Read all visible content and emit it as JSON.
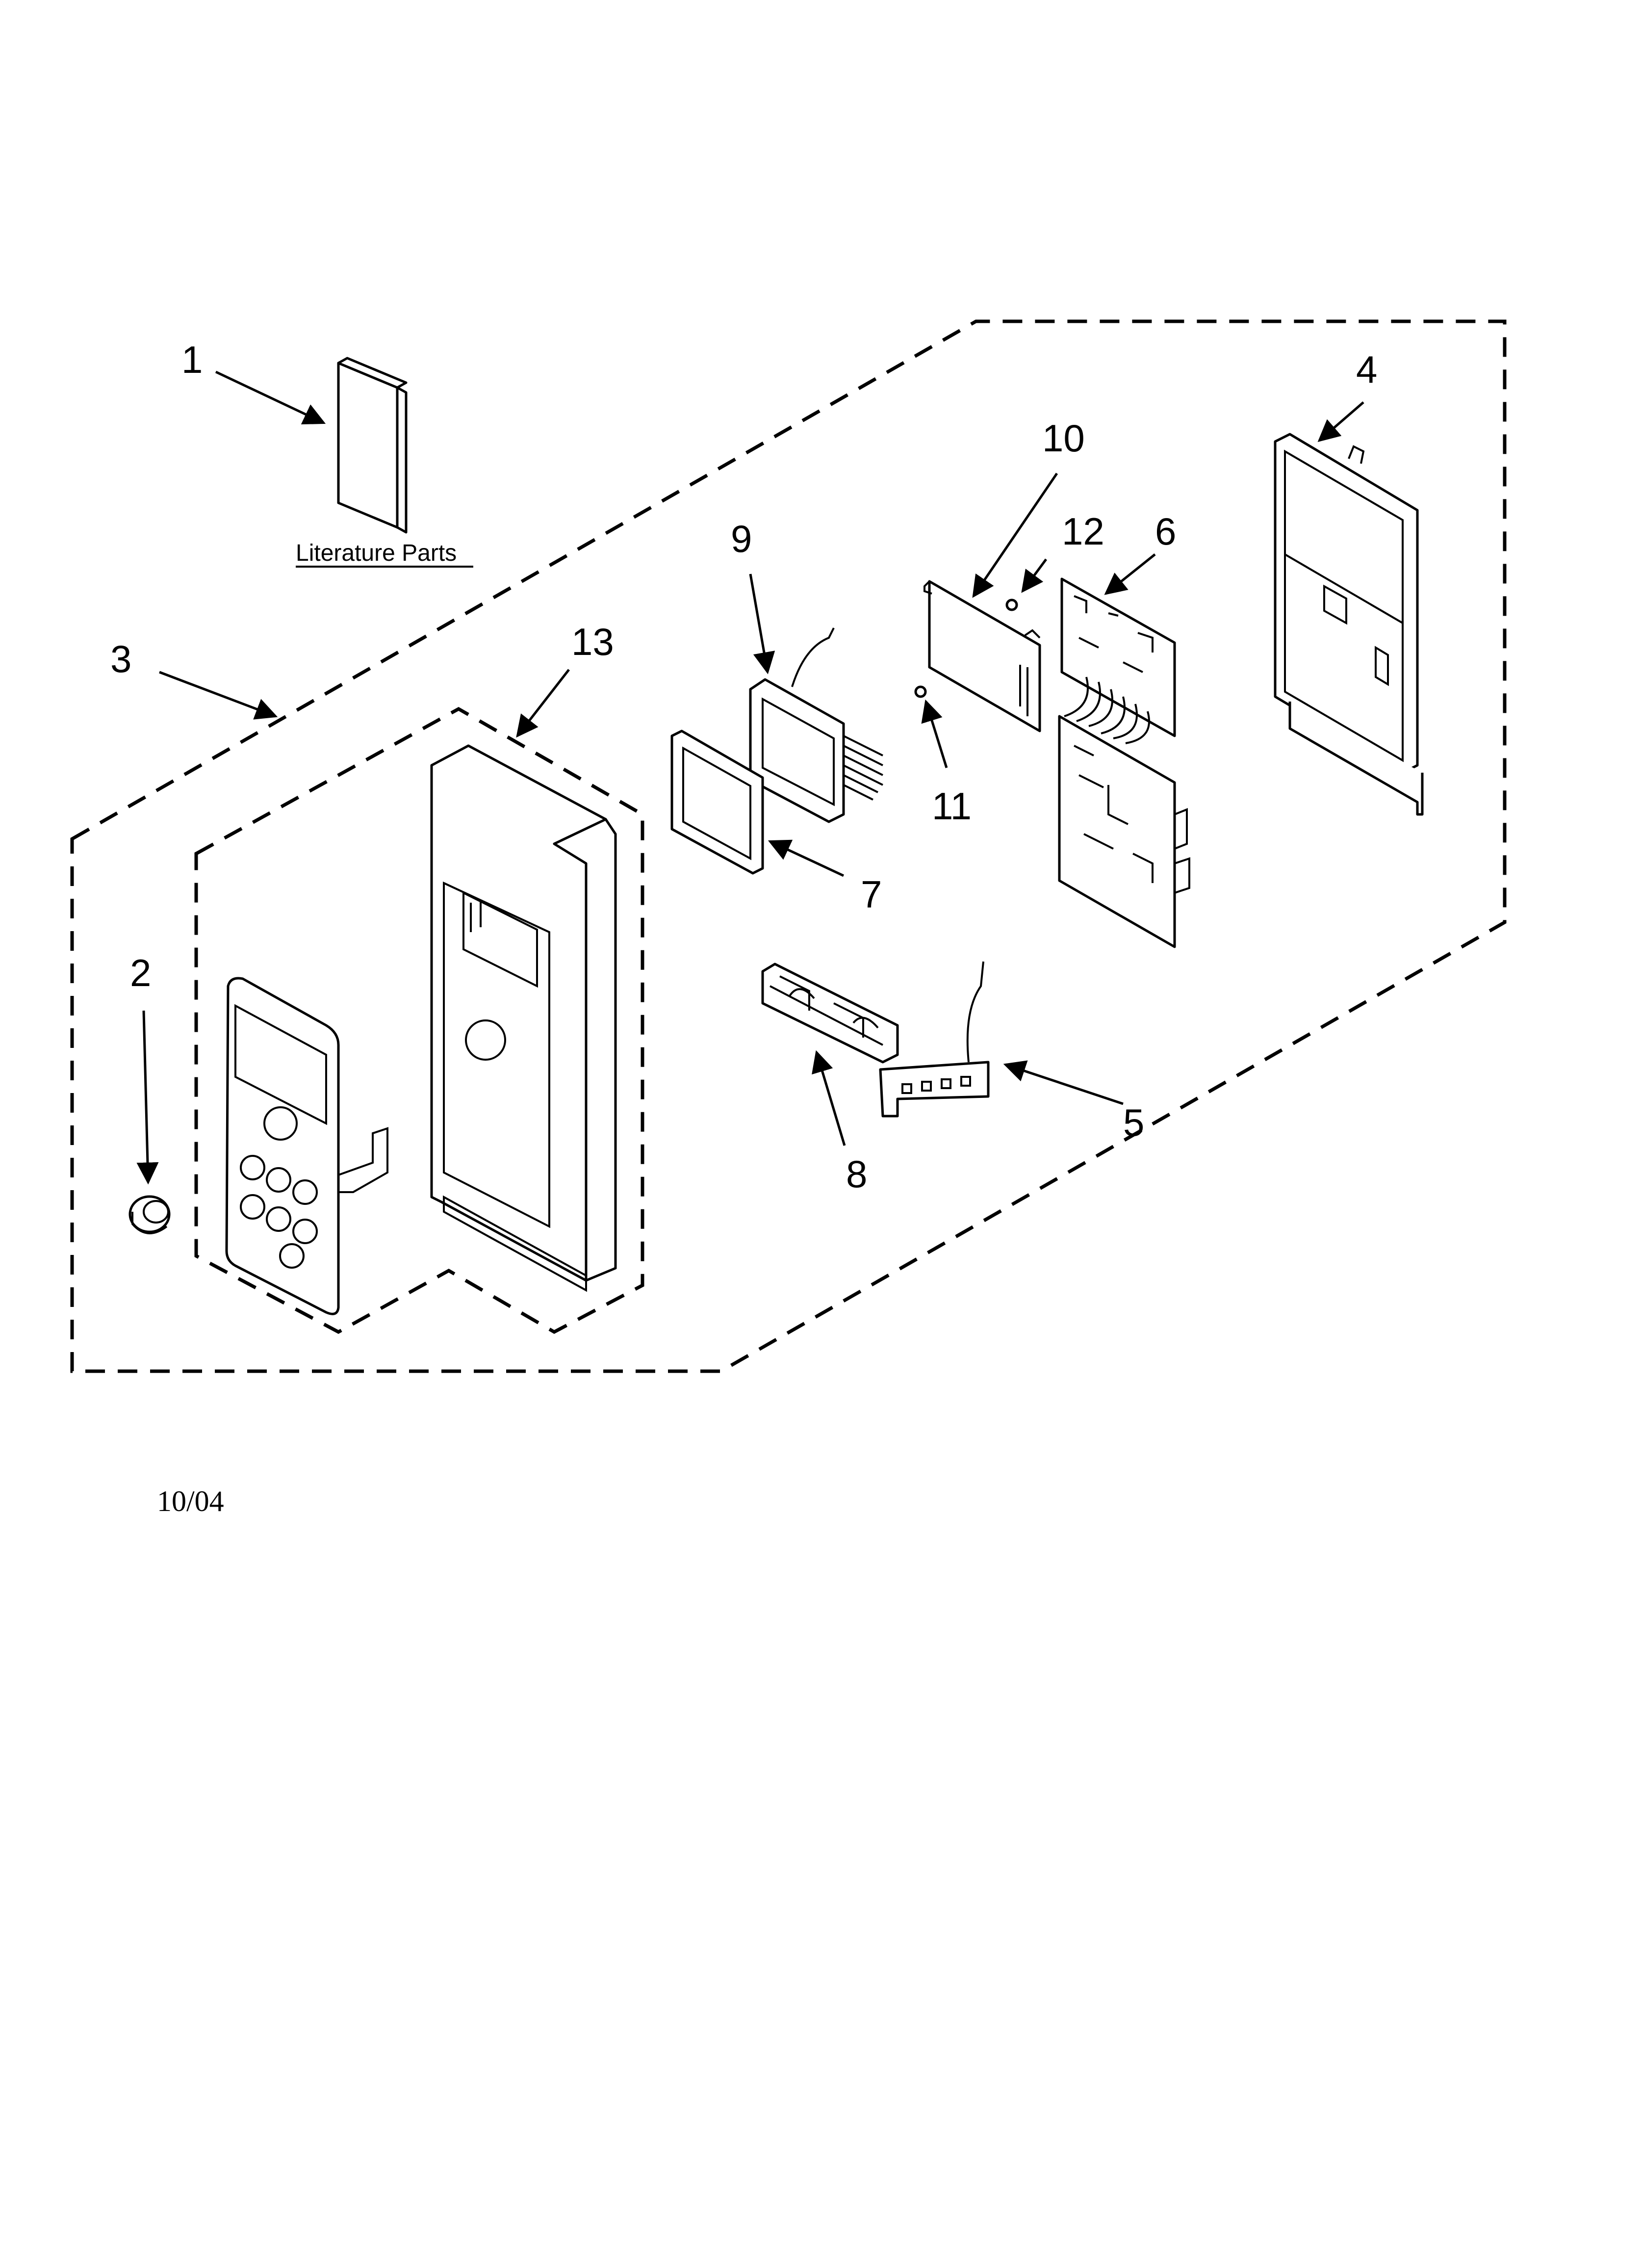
{
  "diagram": {
    "callouts": {
      "c1": "1",
      "c2": "2",
      "c3": "3",
      "c4": "4",
      "c5": "5",
      "c6": "6",
      "c7": "7",
      "c8": "8",
      "c9": "9",
      "c10": "10",
      "c11": "11",
      "c12": "12",
      "c13": "13"
    },
    "literature_label": "Literature Parts",
    "date": "10/04"
  }
}
